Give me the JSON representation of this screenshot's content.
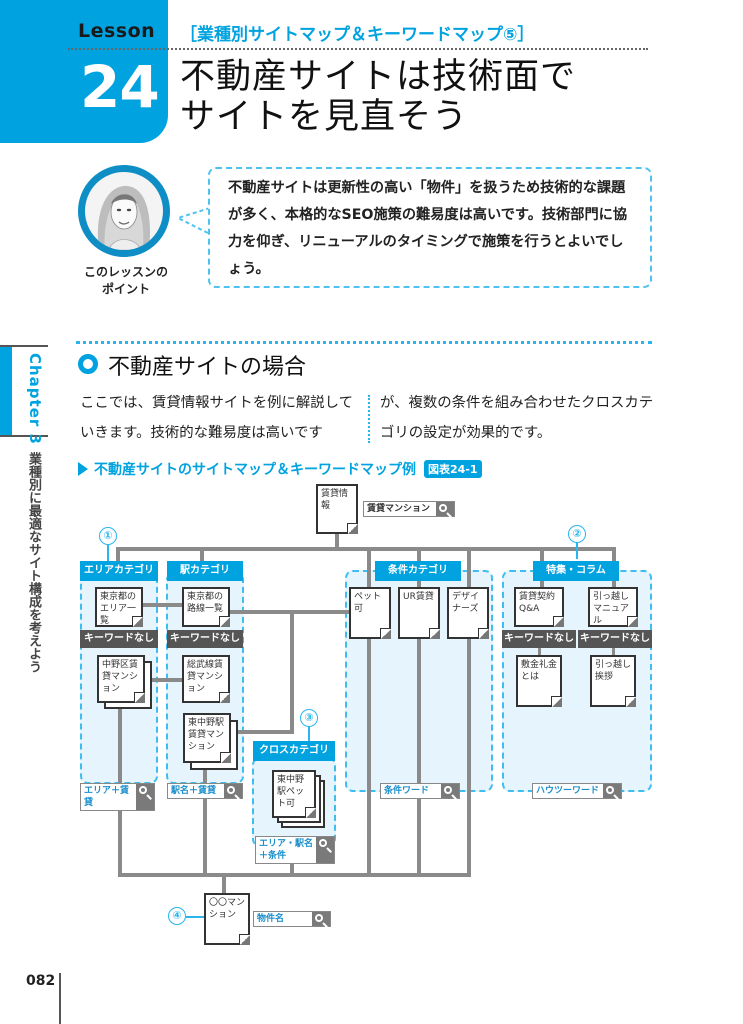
{
  "header": {
    "lesson_label": "Lesson",
    "lesson_number": "24",
    "series_tag": "［業種別サイトマップ＆キーワードマップ⑤］",
    "title_line1": "不動産サイトは技術面で",
    "title_line2": "サイトを見直そう"
  },
  "point": {
    "label_line1": "このレッスンの",
    "label_line2": "ポイント",
    "text": "不動産サイトは更新性の高い「物件」を扱うため技術的な課題が多く、本格的なSEO施策の難易度は高いです。技術部門に協力を仰ぎ、リニューアルのタイミングで施策を行うとよいでしょう。"
  },
  "sidebar": {
    "chapter": "Chapter 3",
    "chapter_title": "業種別に最適なサイト構成を考えよう"
  },
  "section": {
    "title": "不動産サイトの場合",
    "col1": "ここでは、賃貸情報サイトを例に解説していきます。技術的な難易度は高いです",
    "col2": "が、複数の条件を組み合わせたクロスカテゴリの設定が効果的です。",
    "figure_caption": "不動産サイトのサイトマップ＆キーワードマップ例",
    "figure_badge": "図表24-1"
  },
  "diagram": {
    "root": {
      "doc": "賃貸情報",
      "keyword": "賃貸マンション"
    },
    "markers": [
      "①",
      "②",
      "③",
      "④"
    ],
    "area": {
      "header": "エリアカテゴリ",
      "doc1": "東京都のエリア一覧",
      "no_keyword": "キーワードなし",
      "doc2": "中野区賃貸マンション",
      "keyword": "エリア＋賃貸"
    },
    "station": {
      "header": "駅カテゴリ",
      "doc1": "東京都の路線一覧",
      "no_keyword": "キーワードなし",
      "doc2": "総武線賃貸マンション",
      "doc3": "東中野駅賃貸マンション",
      "keyword": "駅名＋賃貸"
    },
    "cross": {
      "header": "クロスカテゴリ",
      "doc": "東中野駅ペット可",
      "keyword": "エリア・駅名＋条件"
    },
    "condition": {
      "header": "条件カテゴリ",
      "docs": [
        "ペット可",
        "UR賃貸",
        "デザイナーズ"
      ],
      "keyword": "条件ワード"
    },
    "feature": {
      "header": "特集・コラム",
      "doc1": "賃貸契約Q&A",
      "doc2": "引っ越しマニュアル",
      "no_keyword1": "キーワードなし",
      "no_keyword2": "キーワードなし",
      "doc3": "敷金礼金とは",
      "doc4": "引っ越し挨拶",
      "keyword": "ハウツーワード"
    },
    "property": {
      "doc": "〇〇マンション",
      "keyword": "物件名"
    }
  },
  "footer": {
    "page_number": "082"
  },
  "colors": {
    "accent": "#00a3e0",
    "zone_fill": "#e6f5fd",
    "connector": "#8a8a8a",
    "dark_label": "#555555"
  }
}
